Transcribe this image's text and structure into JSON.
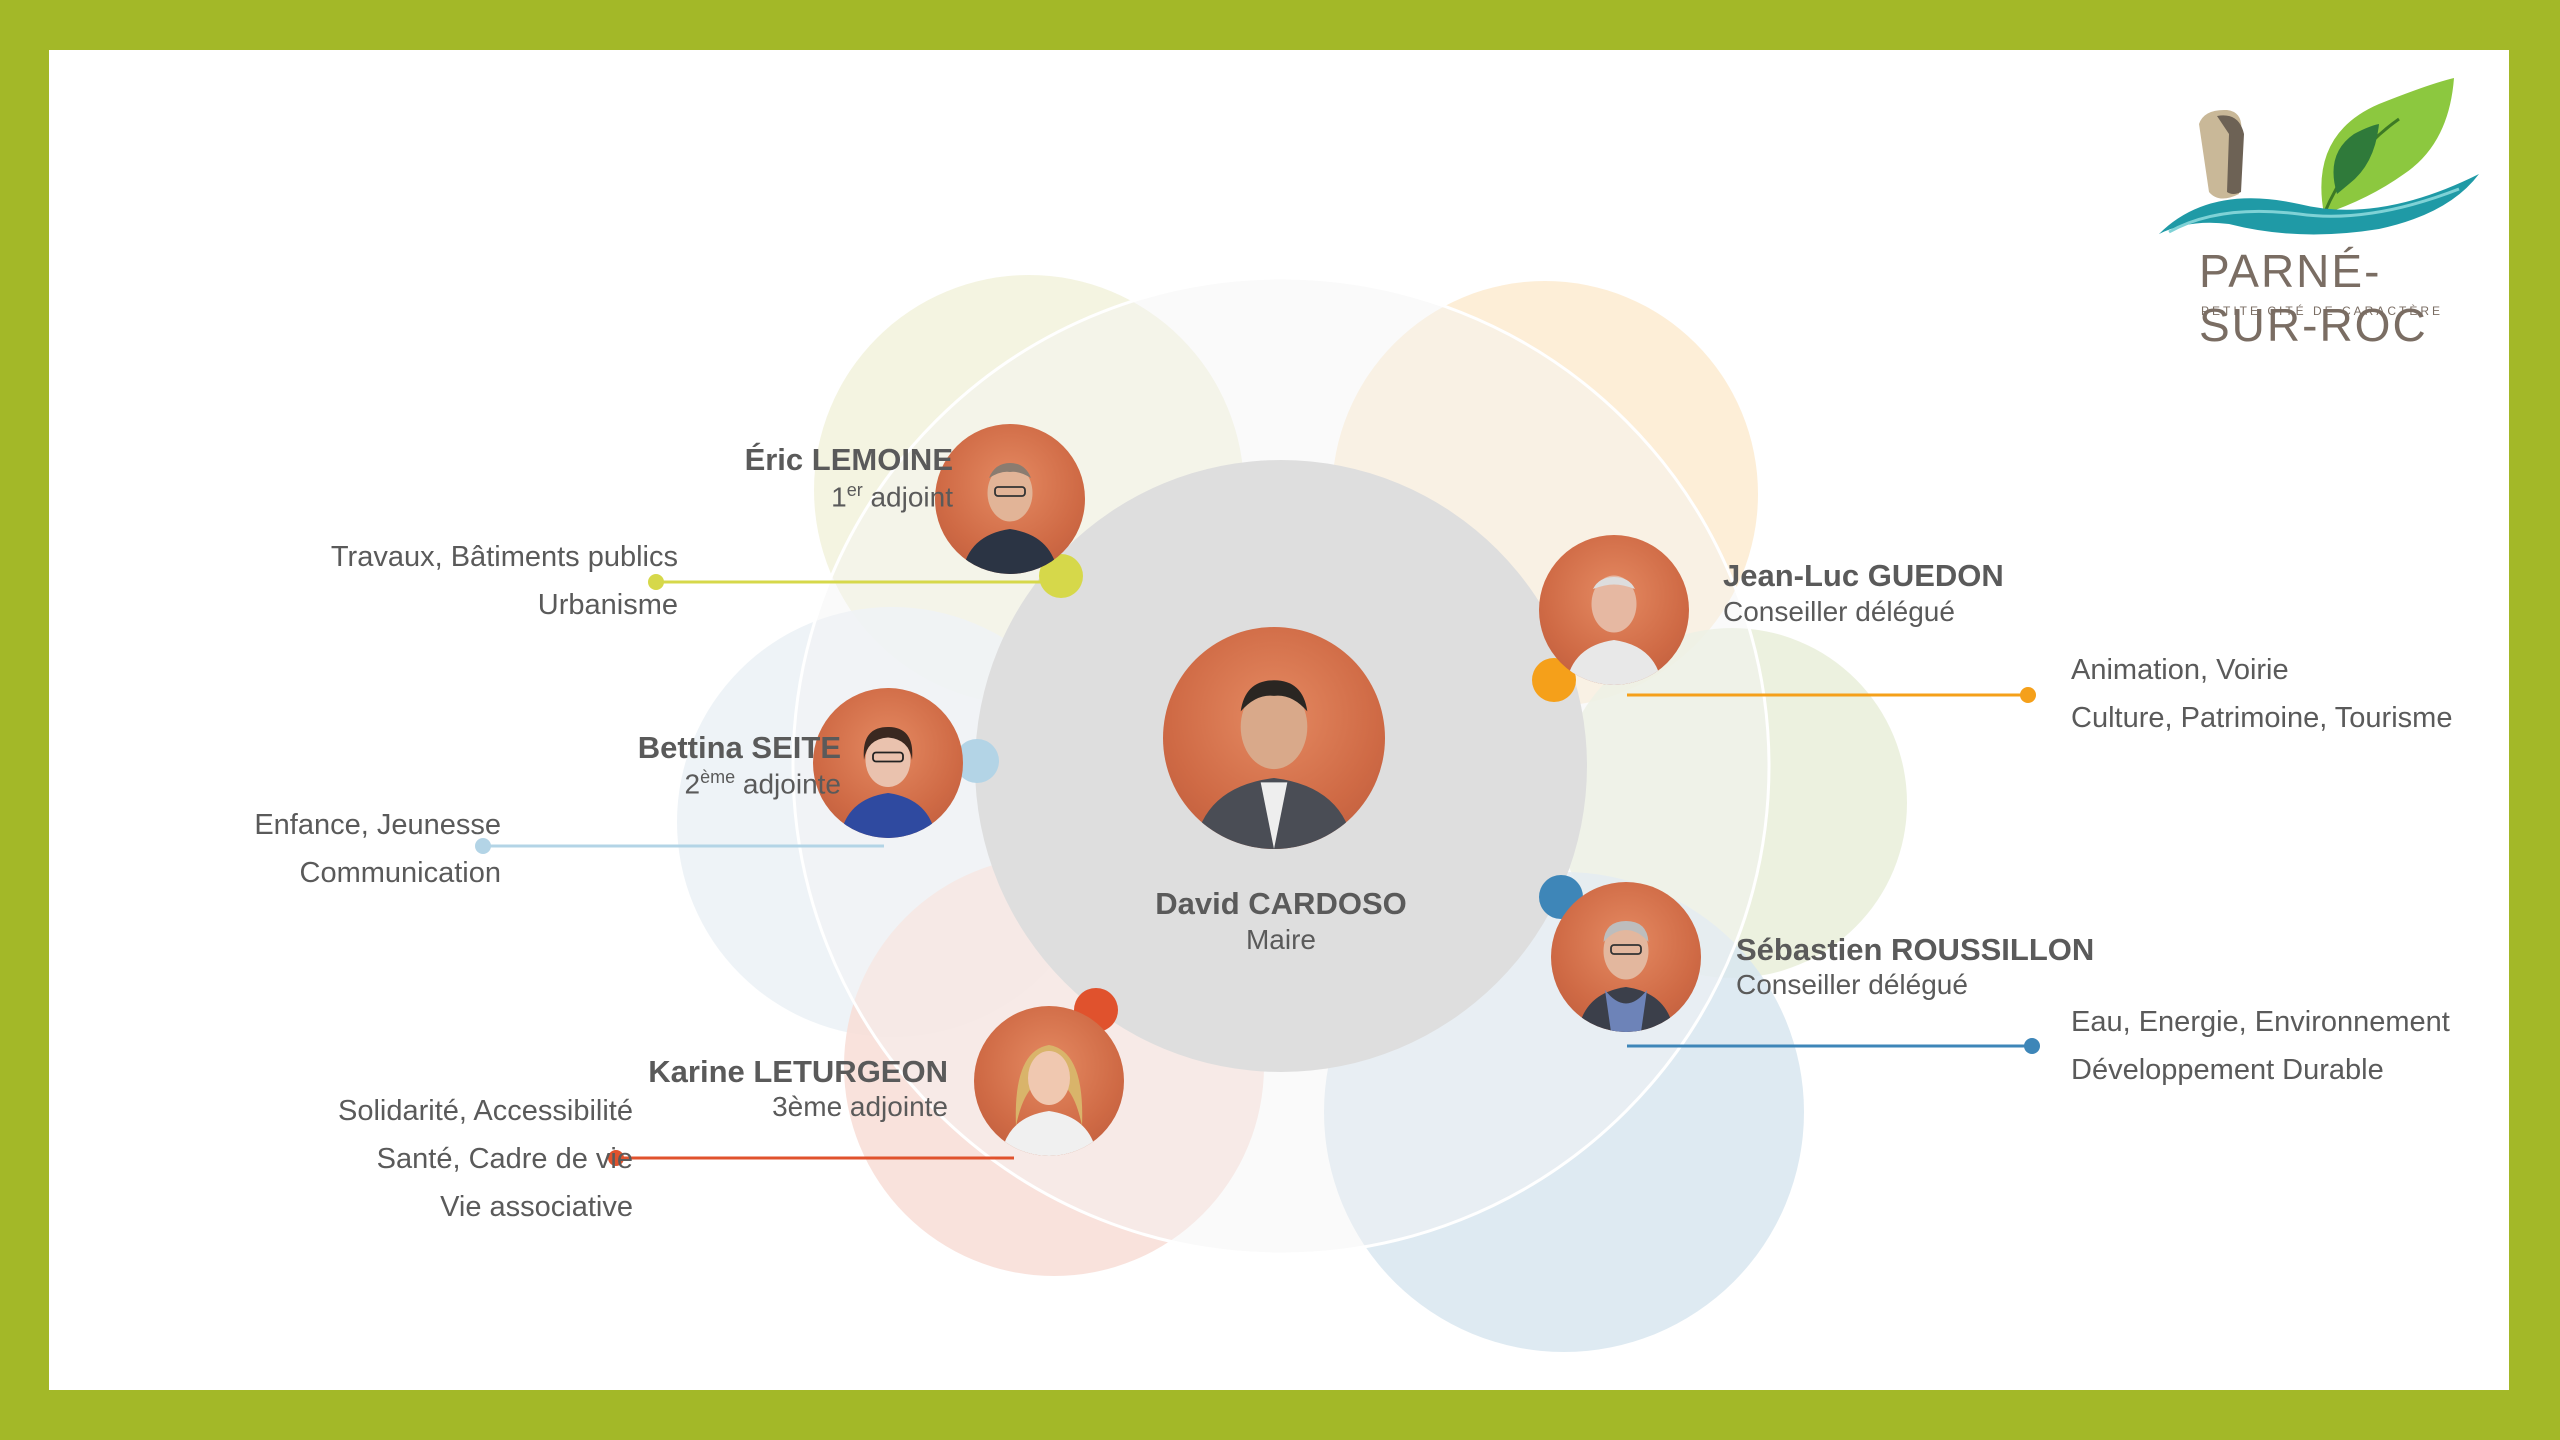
{
  "logo": {
    "title": "PARNÉ-SUR-ROC",
    "subtitle": "PETITE CITÉ DE CARACTÈRE"
  },
  "mayor": {
    "name": "David CARDOSO",
    "role": "Maire"
  },
  "members": [
    {
      "name": "Éric LEMOINE",
      "role_main": "1",
      "role_sup": "er",
      "role_rest": " adjoint",
      "domains": [
        "Travaux, Bâtiments publics",
        "Urbanisme"
      ],
      "color": "#d6d84a"
    },
    {
      "name": "Bettina SEITE",
      "role_main": "2",
      "role_sup": "ème",
      "role_rest": " adjointe",
      "domains": [
        "Enfance, Jeunesse",
        "Communication"
      ],
      "color": "#b3d4e6"
    },
    {
      "name": "Karine LETURGEON",
      "role": "3ème adjointe",
      "domains": [
        "Solidarité, Accessibilité",
        "Santé, Cadre de vie",
        "Vie associative"
      ],
      "color": "#e0522d"
    },
    {
      "name": "Jean-Luc GUEDON",
      "role": "Conseiller délégué",
      "domains": [
        "Animation, Voirie",
        "Culture, Patrimoine, Tourisme"
      ],
      "color": "#f5a01a"
    },
    {
      "name": "Sébastien ROUSSILLON",
      "role": "Conseiller délégué",
      "domains": [
        "Eau, Energie, Environnement",
        "Développement Durable"
      ],
      "color": "#3e86b8"
    }
  ],
  "colors": {
    "frame": "#a3b828",
    "center_disc": "#dedede",
    "petal_yellow": "#f2f2dc",
    "petal_orange": "#fdebd0",
    "petal_green": "#e9efd9",
    "petal_blue": "#d8e6f0",
    "petal_red": "#f8ddd6",
    "petal_lightblue": "#ecf2f6"
  },
  "icons": [
    "logo-leaf-icon",
    "logo-rock-icon",
    "logo-river-icon"
  ]
}
